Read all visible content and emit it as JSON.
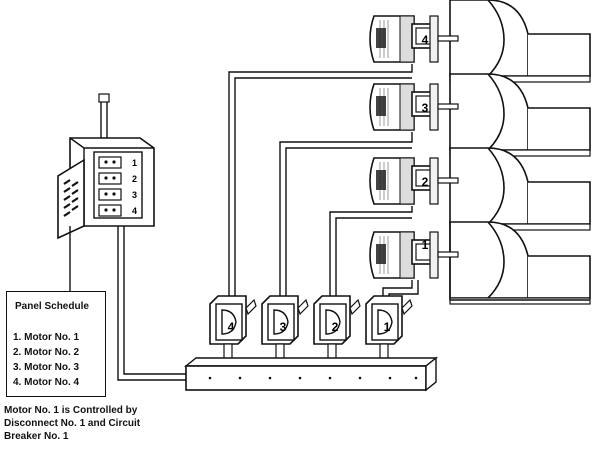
{
  "schedule": {
    "title": "Panel Schedule",
    "items": [
      "1.  Motor No. 1",
      "2.  Motor No. 2",
      "3.  Motor No. 3",
      "4.  Motor No. 4"
    ]
  },
  "caption": [
    "Motor No. 1 is Controlled by",
    "Disconnect No. 1 and Circuit",
    "Breaker No. 1"
  ],
  "breaker_labels": [
    "1",
    "2",
    "3",
    "4"
  ],
  "motors": [
    {
      "label": "4"
    },
    {
      "label": "3"
    },
    {
      "label": "2"
    },
    {
      "label": "1"
    }
  ],
  "disconnects": [
    {
      "label": "4"
    },
    {
      "label": "3"
    },
    {
      "label": "2"
    },
    {
      "label": "1"
    }
  ]
}
